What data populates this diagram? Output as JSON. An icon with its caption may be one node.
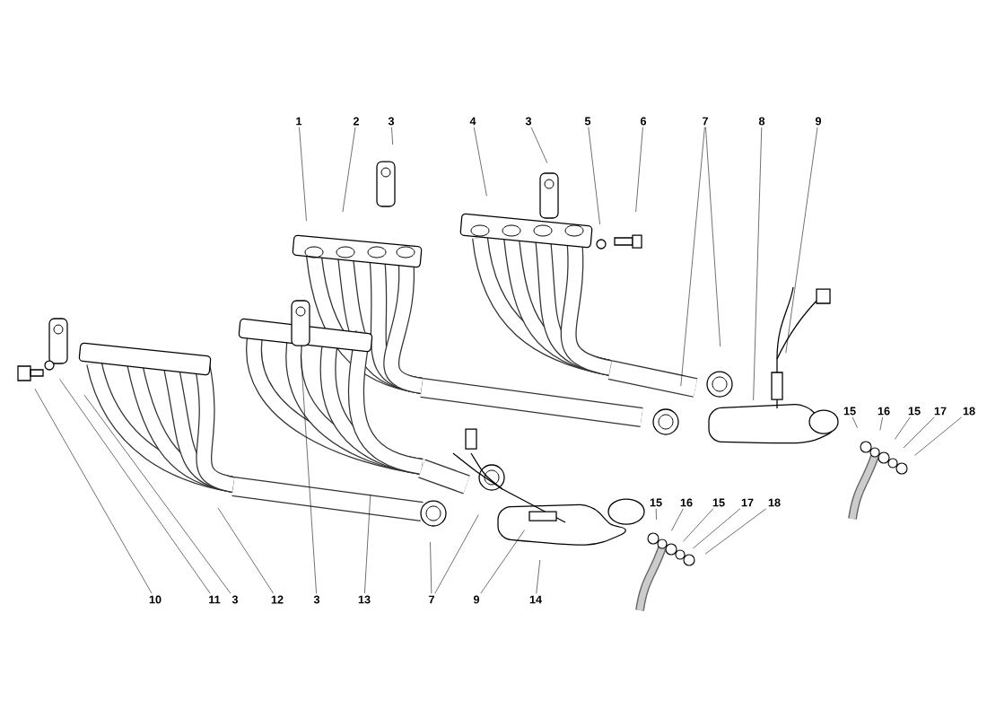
{
  "diagram": {
    "nodes": [
      {
        "text": [
          "1"
        ]
      },
      {
        "text": [
          "2"
        ]
      },
      {
        "text": [
          "3"
        ]
      },
      {
        "text": [
          "4"
        ]
      },
      {
        "text": [
          "3"
        ]
      },
      {
        "text": [
          "5"
        ]
      },
      {
        "text": [
          "6"
        ]
      },
      {
        "text": [
          "7"
        ]
      },
      {
        "text": [
          "8"
        ]
      },
      {
        "text": [
          "9"
        ]
      },
      {
        "text": [
          "15"
        ]
      },
      {
        "text": [
          "16"
        ]
      },
      {
        "text": [
          "15"
        ]
      },
      {
        "text": [
          "17"
        ]
      },
      {
        "text": [
          "18"
        ]
      },
      {
        "text": [
          "15"
        ]
      },
      {
        "text": [
          "16"
        ]
      },
      {
        "text": [
          "15"
        ]
      },
      {
        "text": [
          "17"
        ]
      },
      {
        "text": [
          "18"
        ]
      },
      {
        "text": [
          "10"
        ]
      },
      {
        "text": [
          "11"
        ]
      },
      {
        "text": [
          "3"
        ]
      },
      {
        "text": [
          "12"
        ]
      },
      {
        "text": [
          "3"
        ]
      },
      {
        "text": [
          "13"
        ]
      },
      {
        "text": [
          "7"
        ]
      },
      {
        "text": [
          "9"
        ]
      },
      {
        "text": [
          "14"
        ]
      }
    ],
    "edges": [
      {
        "from": 0,
        "to": null,
        "arrow": "none"
      },
      {
        "from": 1,
        "to": null,
        "arrow": "none"
      },
      {
        "from": 2,
        "to": null,
        "arrow": "none"
      },
      {
        "from": 3,
        "to": null,
        "arrow": "none"
      },
      {
        "from": 4,
        "to": null,
        "arrow": "none"
      },
      {
        "from": 5,
        "to": null,
        "arrow": "none"
      },
      {
        "from": 6,
        "to": null,
        "arrow": "none"
      },
      {
        "from": 7,
        "to": null,
        "arrow": "none"
      },
      {
        "from": 7,
        "to": null,
        "arrow": "none"
      },
      {
        "from": 8,
        "to": null,
        "arrow": "none"
      },
      {
        "from": 9,
        "to": null,
        "arrow": "none"
      },
      {
        "from": 10,
        "to": null,
        "arrow": "none"
      },
      {
        "from": 11,
        "to": null,
        "arrow": "none"
      },
      {
        "from": 12,
        "to": null,
        "arrow": "none"
      },
      {
        "from": 13,
        "to": null,
        "arrow": "none"
      },
      {
        "from": 14,
        "to": null,
        "arrow": "none"
      },
      {
        "from": 15,
        "to": null,
        "arrow": "none"
      },
      {
        "from": 16,
        "to": null,
        "arrow": "none"
      },
      {
        "from": 17,
        "to": null,
        "arrow": "none"
      },
      {
        "from": 18,
        "to": null,
        "arrow": "none"
      },
      {
        "from": 19,
        "to": null,
        "arrow": "none"
      },
      {
        "from": 20,
        "to": null,
        "arrow": "none"
      },
      {
        "from": 21,
        "to": null,
        "arrow": "none"
      },
      {
        "from": 22,
        "to": null,
        "arrow": "none"
      },
      {
        "from": 23,
        "to": null,
        "arrow": "none"
      },
      {
        "from": 24,
        "to": null,
        "arrow": "none"
      },
      {
        "from": 25,
        "to": null,
        "arrow": "none"
      },
      {
        "from": 26,
        "to": null,
        "arrow": "none"
      },
      {
        "from": 26,
        "to": null,
        "arrow": "none"
      },
      {
        "from": 27,
        "to": null,
        "arrow": "none"
      },
      {
        "from": 28,
        "to": null,
        "arrow": "none"
      }
    ]
  }
}
